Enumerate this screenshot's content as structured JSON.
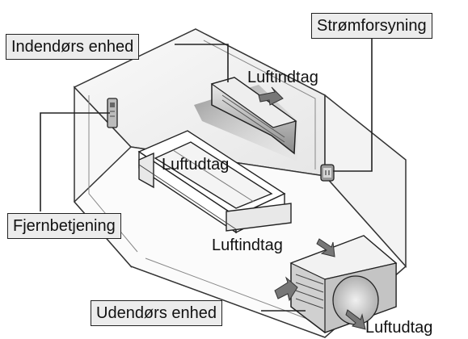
{
  "labels": {
    "indoor_unit": "Indendørs enhed",
    "power_supply": "Strømforsyning",
    "remote_control": "Fjernbetjening",
    "outdoor_unit": "Udendørs enhed",
    "air_intake_indoor": "Luftindtag",
    "air_outlet_indoor": "Luftudtag",
    "air_intake_outdoor": "Luftindtag",
    "air_outlet_outdoor": "Luftudtag"
  },
  "icons": {
    "indoor_unit": "wall-mounted-ac-unit",
    "outdoor_unit": "outdoor-condenser-unit",
    "remote_control": "remote-control",
    "power_supply": "power-outlet",
    "airflow": "airflow-arrow"
  }
}
